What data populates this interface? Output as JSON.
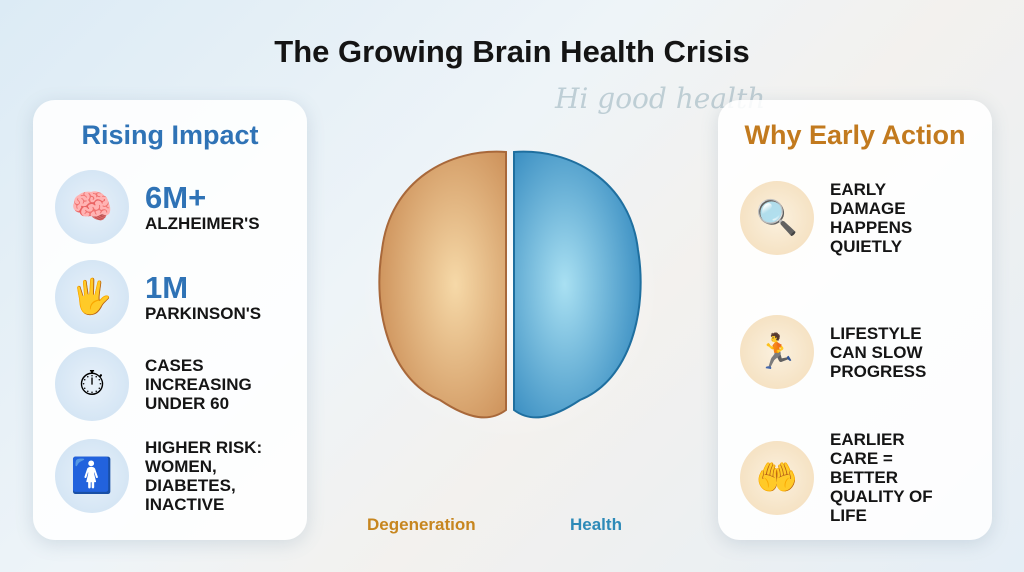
{
  "title": "The Growing Brain Health Crisis",
  "watermark": "Hi good health",
  "left_panel": {
    "heading": "Rising Impact",
    "items": [
      {
        "icon": "brain-plaque-icon",
        "stat": "6M+",
        "label": "ALZHEIMER'S"
      },
      {
        "icon": "trembling-hand-icon",
        "stat": "1M",
        "label": "PARKINSON'S"
      },
      {
        "icon": "clock-person-arrow-icon",
        "label": "CASES INCREASING UNDER 60"
      },
      {
        "icon": "woman-diabetes-sitting-icon",
        "label": "HIGHER RISK: WOMEN, DIABETES, INACTIVE"
      }
    ]
  },
  "right_panel": {
    "heading": "Why Early Action",
    "items": [
      {
        "icon": "brain-magnifier-icon",
        "label": "EARLY DAMAGE HAPPENS QUIETLY"
      },
      {
        "icon": "treadmill-runner-icon",
        "label": "LIFESTYLE CAN SLOW PROGRESS"
      },
      {
        "icon": "hands-brain-icon",
        "label": "EARLIER CARE = BETTER QUALITY OF LIFE"
      }
    ]
  },
  "brain": {
    "left_label": "Degeneration",
    "right_label": "Health",
    "colors": {
      "degeneration": "#d89a5a",
      "health": "#3f9ed0"
    }
  }
}
